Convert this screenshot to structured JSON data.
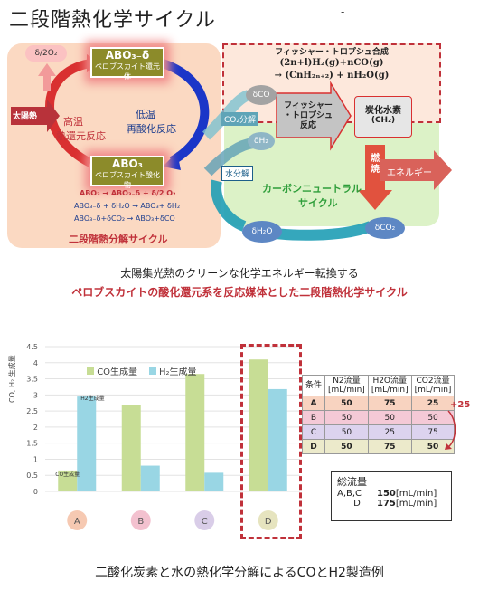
{
  "title": "二段階熱化学サイクル",
  "stray_mark": "-",
  "diagram": {
    "ft_title": "フィッシャー・トロプシュ合成",
    "ft_eq1": "(2n+l)H₂(g)+nCO(g)",
    "ft_eq2": "→ (CnH₂ₙ₊₂) + nH₂O(g)",
    "o2_label": "δ/2O₂",
    "solar": "太陽熱",
    "reduced_main": "ABO₃₋δ",
    "reduced_sub": "ペロブスカイト還元体",
    "oxidized_main": "ABO₃",
    "oxidized_sub": "ペロブスカイト酸化物",
    "high_temp1": "高温",
    "high_temp2": "熱還元反応",
    "low_temp1": "低温",
    "low_temp2": "再酸化反応",
    "rxn1": "ABO₃ → ABO₃₋δ + δ/2 O₂",
    "rxn2": "ABO₃₋δ + δH₂O → ABO₃+ δH₂",
    "rxn3": "ABO₃₋δ+δCO₂ → ABO₃+δCO",
    "left_caption": "二段階熱分解サイクル",
    "co2_split": "CO₂分解",
    "h2o_split": "水分解",
    "dco": "δCO",
    "dh2": "δH₂",
    "dh2o": "δH₂O",
    "dco2": "δCO₂",
    "ft_box1": "フィッシャー",
    "ft_box2": "・トロプシュ",
    "ft_box3": "反応",
    "hc1": "炭化水素",
    "hc2": "(CH₂)",
    "burn": "燃焼",
    "energy": "エネルギー",
    "cn1": "カーボンニュートラル",
    "cn2": "サイクル"
  },
  "caption1": "太陽集光熱のクリーンな化学エネルギー転換する",
  "caption2": "ペロブスカイトの酸化還元系を反応媒体とした二段階熱化学サイクル",
  "chart_data": {
    "type": "bar",
    "categories": [
      "A",
      "B",
      "C",
      "D"
    ],
    "series": [
      {
        "name": "CO生成量",
        "values": [
          0.65,
          2.7,
          3.65,
          4.1
        ],
        "color": "#c7dd95"
      },
      {
        "name": "H₂生成量",
        "values": [
          2.95,
          0.8,
          0.58,
          3.18
        ],
        "color": "#99d6e4"
      }
    ],
    "ylabel": "CO, H₂ 生成量",
    "ylim": [
      0,
      4.5
    ],
    "yticks": [
      "0",
      "0.5",
      "1",
      "1.5",
      "2",
      "2.5",
      "3",
      "3.5",
      "4",
      "4.5"
    ],
    "grid": true,
    "legend": "top",
    "annotations": {
      "h2_label": "H2生成量",
      "co_label": "CO生成量"
    },
    "category_colors": [
      "#f6c9b2",
      "#f3c1cf",
      "#d9cde8",
      "#e6e4bf"
    ]
  },
  "conditions_table": {
    "headers": [
      "条件",
      "N2流量\n[mL/min]",
      "H2O流量\n[mL/min]",
      "CO2流量\n[mL/min]"
    ],
    "rows": [
      {
        "label": "A",
        "n2": "50",
        "h2o": "75",
        "co2": "25",
        "bg": "#f8d3c0",
        "bold": true
      },
      {
        "label": "B",
        "n2": "50",
        "h2o": "50",
        "co2": "50",
        "bg": "#f4c9d6",
        "bold": false
      },
      {
        "label": "C",
        "n2": "50",
        "h2o": "25",
        "co2": "75",
        "bg": "#dcd3ee",
        "bold": false
      },
      {
        "label": "D",
        "n2": "50",
        "h2o": "75",
        "co2": "50",
        "bg": "#eceacb",
        "bold": true
      }
    ],
    "plus_note": "+25"
  },
  "total_flow": {
    "title": "総流量",
    "row1_label": "A,B,C",
    "row1_value": "150",
    "row1_unit": "[mL/min]",
    "row2_label": "D",
    "row2_value": "175",
    "row2_unit": "[mL/min]"
  },
  "bottom_caption": "二酸化炭素と水の熱化学分解によるCOとH2製造例"
}
